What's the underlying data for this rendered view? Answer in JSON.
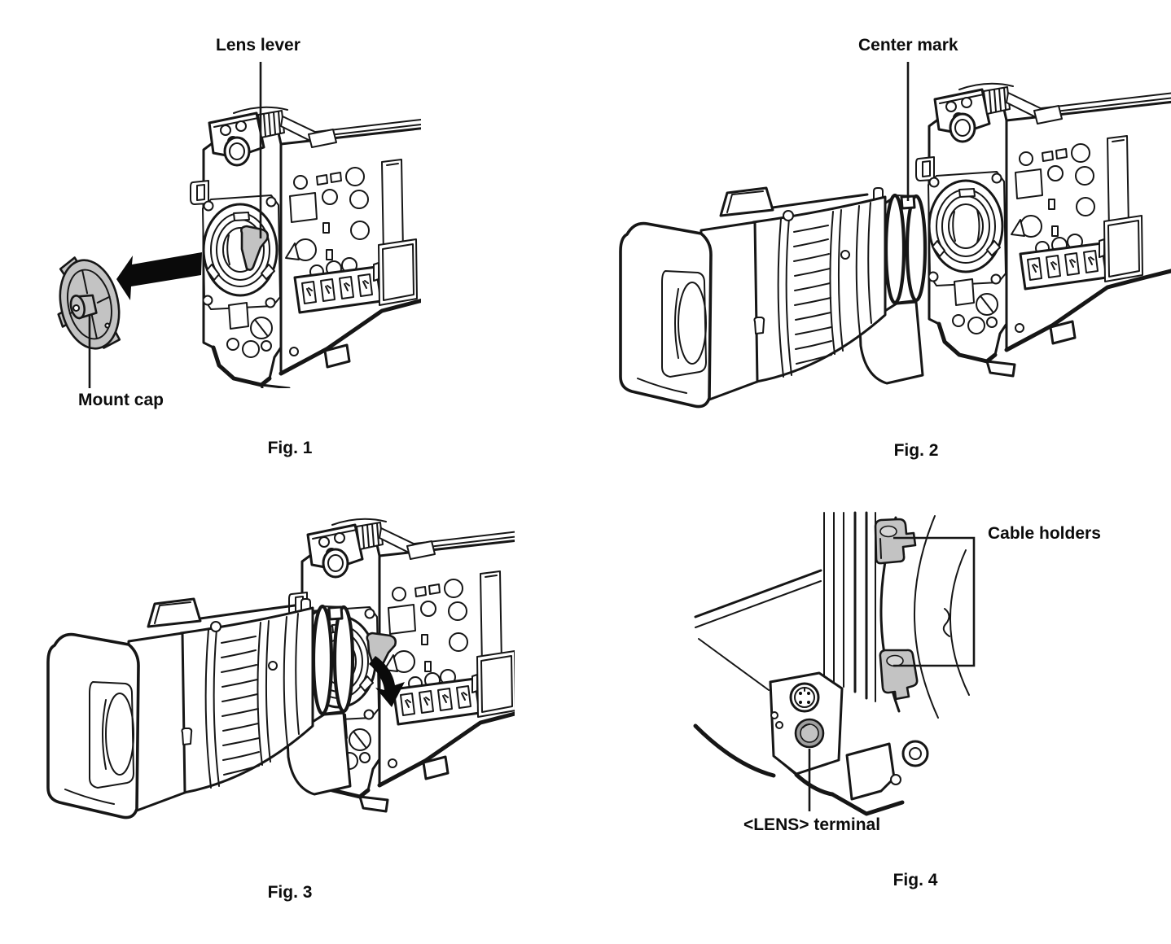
{
  "colors": {
    "background": "#ffffff",
    "line": "#161616",
    "text": "#0c0c0c",
    "part_gray": "#c3c3c3",
    "part_gray_dark": "#9f9f9f",
    "arrow_black": "#0a0a0a"
  },
  "fig1": {
    "caption": "Fig. 1",
    "lens_lever_label": "Lens lever",
    "mount_cap_label": "Mount cap"
  },
  "fig2": {
    "caption": "Fig. 2",
    "center_mark_label": "Center mark"
  },
  "fig3": {
    "caption": "Fig. 3"
  },
  "fig4": {
    "caption": "Fig. 4",
    "cable_holders_label": "Cable holders",
    "lens_terminal_label": "<LENS> terminal"
  }
}
